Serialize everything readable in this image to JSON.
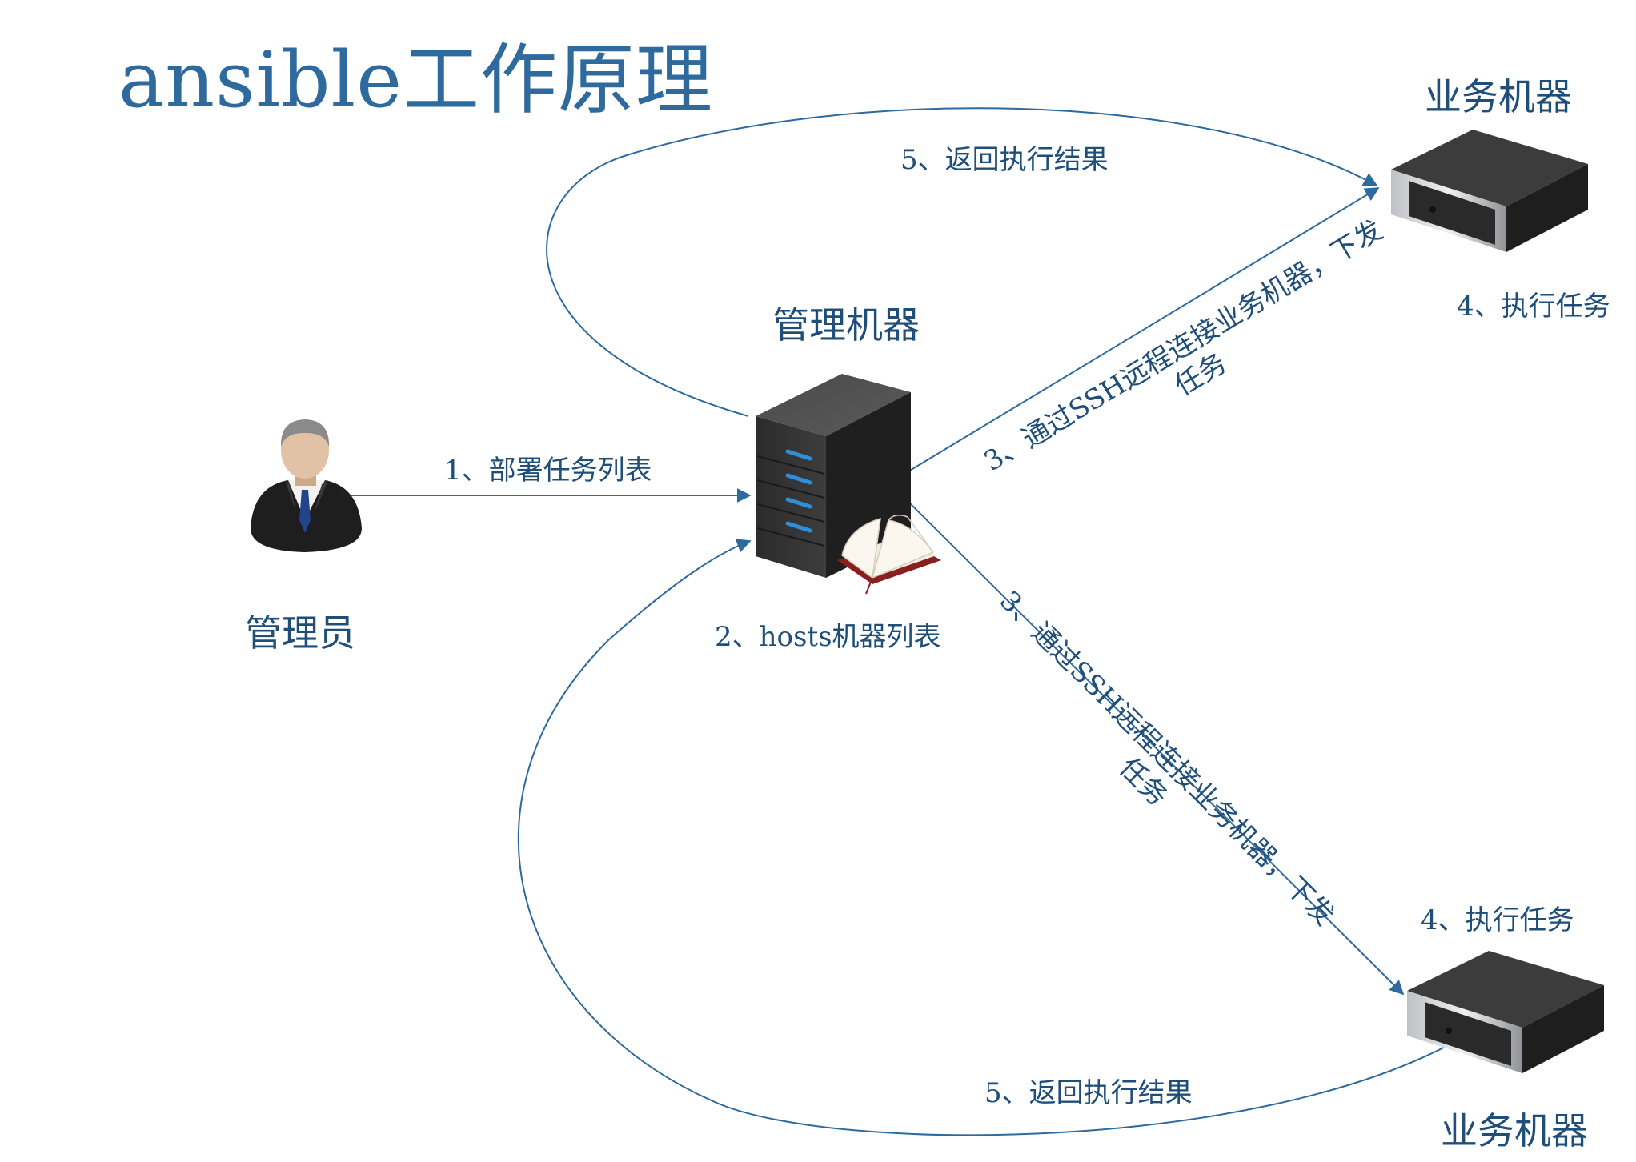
{
  "title": "ansible工作原理",
  "nodes": {
    "admin": "管理员",
    "manager": "管理机器",
    "worker_top": "业务机器",
    "worker_bottom": "业务机器"
  },
  "steps": {
    "step1": "1、部署任务列表",
    "step2": "2、hosts机器列表",
    "step3_top_line1": "3、通过SSH远程连接业务机器，下发",
    "step3_top_line2": "任务",
    "step3_bottom_line1": "3、通过SSH远程连接业务机器，下发",
    "step3_bottom_line2": "任务",
    "step4_top": "4、执行任务",
    "step4_bottom": "4、执行任务",
    "step5_top": "5、返回执行结果",
    "step5_bottom": "5、返回执行结果"
  },
  "colors": {
    "line": "#2e6a9e",
    "text": "#1f4e79",
    "server_body": "#3a3a3a",
    "server_light": "#2f8fd8"
  },
  "icons": [
    "person-icon",
    "tower-server-icon",
    "book-icon",
    "rack-server-icon"
  ]
}
